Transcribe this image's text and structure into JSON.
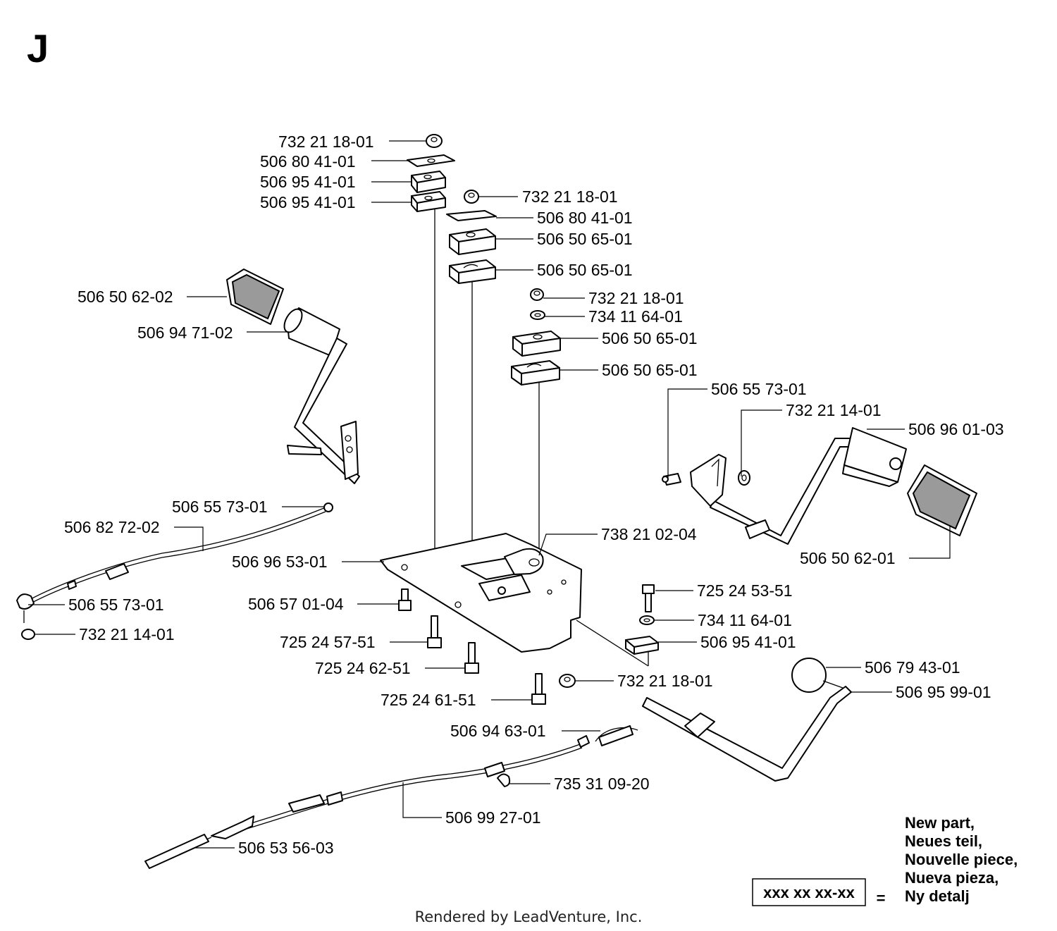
{
  "section_letter": "J",
  "callouts": [
    "732 21 18-01",
    "506 80 41-01",
    "506 95 41-01",
    "506 95 41-01",
    "732 21 18-01",
    "506 80 41-01",
    "506 50 65-01",
    "506 50 65-01",
    "732 21 18-01",
    "734 11 64-01",
    "506 50 65-01",
    "506 50 65-01",
    "506 50 62-02",
    "506 94 71-02",
    "506 55 73-01",
    "732 21 14-01",
    "506 96 01-03",
    "506 55 73-01",
    "506 82 72-02",
    "738 21 02-04",
    "506 96 53-01",
    "506 50 62-01",
    "506 55 73-01",
    "725 24 53-51",
    "506 57 01-04",
    "734 11 64-01",
    "732 21 14-01",
    "725 24 57-51",
    "506 95 41-01",
    "725 24 62-51",
    "506 79 43-01",
    "732 21 18-01",
    "506 95 99-01",
    "725 24 61-51",
    "506 94 63-01",
    "735 31 09-20",
    "506 99 27-01",
    "506 53 56-03"
  ],
  "legend": {
    "lines": [
      "New part,",
      "Neues teil,",
      "Nouvelle piece,",
      "Nueva pieza,",
      "Ny detalj"
    ],
    "code": "xxx xx xx-xx",
    "equals": "="
  },
  "credit": "Rendered by LeadVenture, Inc."
}
